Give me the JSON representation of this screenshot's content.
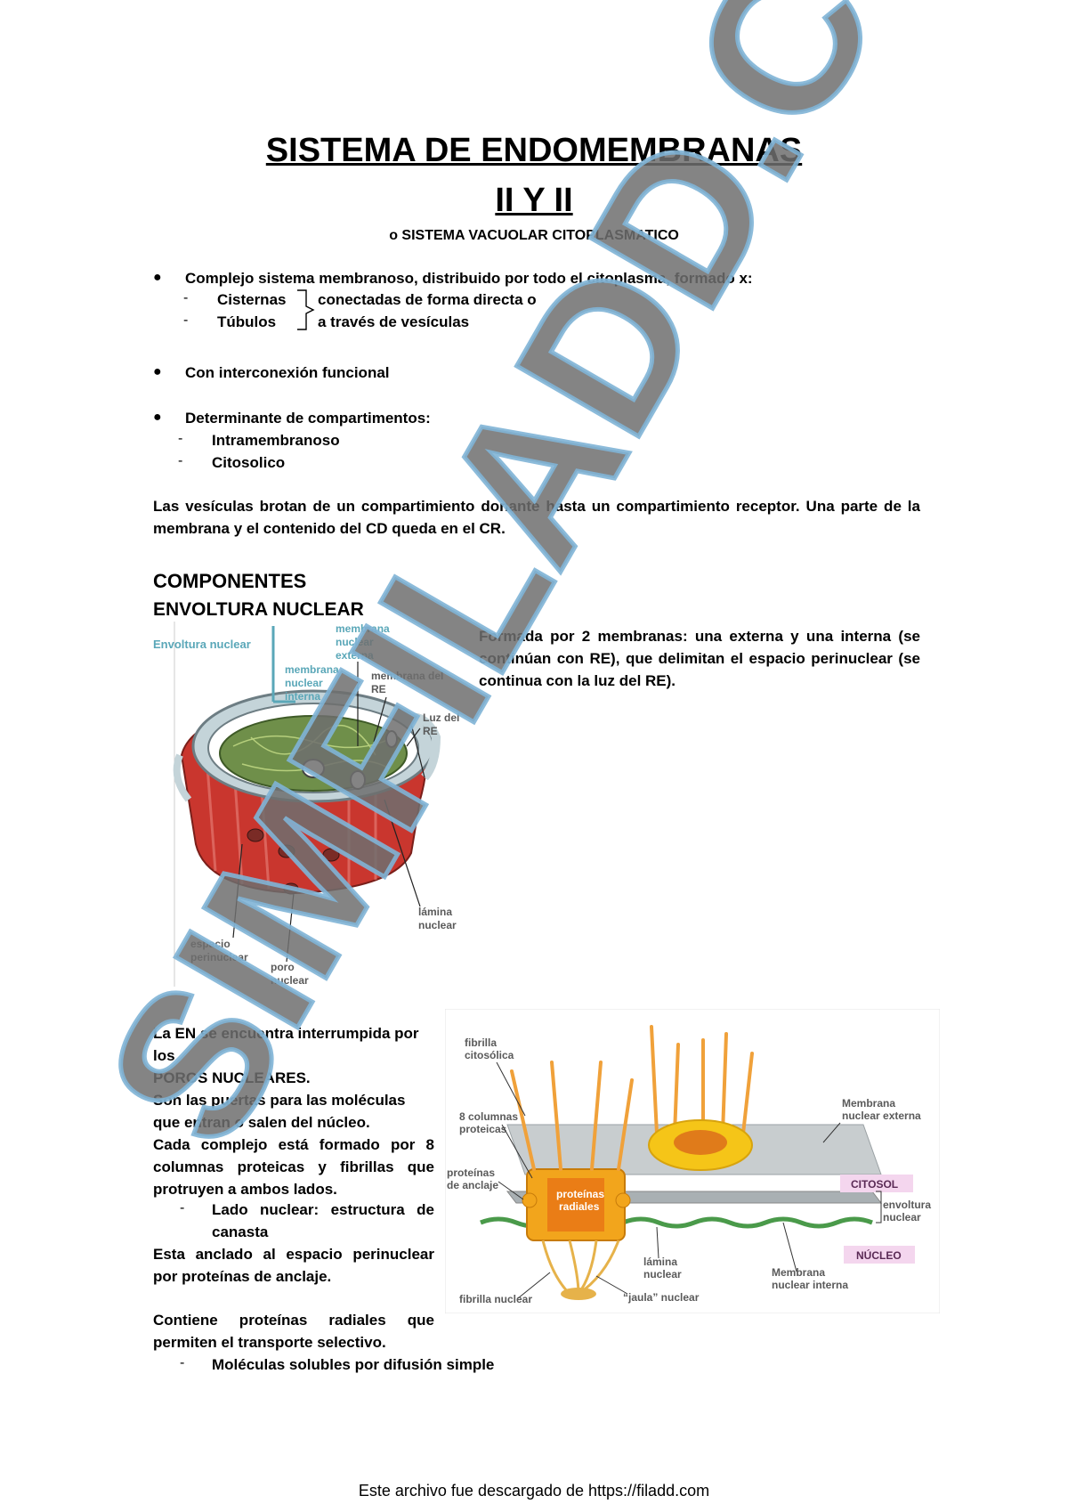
{
  "header": {
    "title": "SISTEMA DE ENDOMEMBRANAS",
    "subtitle": "II Y II",
    "alt_name": "o SISTEMA VACUOLAR CITOPLASMATICO"
  },
  "intro": {
    "bullet1": "Complejo sistema membranoso, distribuido por todo el citoplasma, formado x:",
    "item1": "Cisternas",
    "item2": "Túbulos",
    "bracket_text1": "conectadas de forma directa o",
    "bracket_text2": "a través de vesículas",
    "bullet2": "Con interconexión funcional",
    "bullet3": "Determinante de compartimentos:",
    "comp1": "Intramembranoso",
    "comp2": "Citosolico",
    "paragraph": "Las vesículas brotan de un compartimiento donante hasta un compartimiento receptor. Una parte de la membrana y el contenido del CD queda en el CR."
  },
  "components": {
    "heading": "COMPONENTES",
    "subheading": "ENVOLTURA NUCLEAR",
    "envelope_text": "Formada por 2 membranas: una externa y una interna (se continúan con RE), que delimitan el espacio perinuclear (se continua con la luz del RE)."
  },
  "figure1": {
    "title": "Envoltura nuclear",
    "l_ext": [
      "membrana",
      "nuclear",
      "externa"
    ],
    "l_int": [
      "membrana",
      "nuclear",
      "interna"
    ],
    "l_re": [
      "membrana del",
      "RE"
    ],
    "l_luz": [
      "Luz del",
      "RE"
    ],
    "l_lamina": [
      "lámina",
      "nuclear"
    ],
    "l_esp": [
      "espacio",
      "perinuclear"
    ],
    "l_poro": [
      "poro",
      "nuclear"
    ]
  },
  "pores": {
    "line1": "La EN se encuentra interrumpida por los",
    "line2": "POROS NUCLEARES.",
    "line3": "Son las puertas para las moléculas que entran o salen del núcleo.",
    "line4": "Cada complejo está formado por 8 columnas proteicas y fibrillas que protruyen a ambos lados.",
    "sub1": "Lado nuclear: estructura de canasta",
    "line5": "Esta anclado al espacio perinuclear por proteínas de anclaje.",
    "line6": "Contiene proteínas radiales que permiten el transporte selectivo.",
    "sub2": "Moléculas solubles por difusión simple"
  },
  "figure2": {
    "fibrilla_cito": [
      "fibrilla",
      "citosólica"
    ],
    "columnas": [
      "8 columnas",
      "proteicas"
    ],
    "anclaje": [
      "proteínas",
      "de anclaje"
    ],
    "radiales": [
      "proteínas",
      "radiales"
    ],
    "lamina": [
      "lámina",
      "nuclear"
    ],
    "fibrilla_nuc": "fibrilla nuclear",
    "jaula": "“jaula” nuclear",
    "memb_ext": [
      "Membrana",
      "nuclear externa"
    ],
    "citosol": "CITOSOL",
    "envoltura": [
      "envoltura",
      "nuclear"
    ],
    "nucleo": "NÚCLEO",
    "memb_int": [
      "Membrana",
      "nuclear interna"
    ]
  },
  "watermark": "SIMFILADD.COM",
  "footer": "Este archivo fue descargado de https://filadd.com"
}
